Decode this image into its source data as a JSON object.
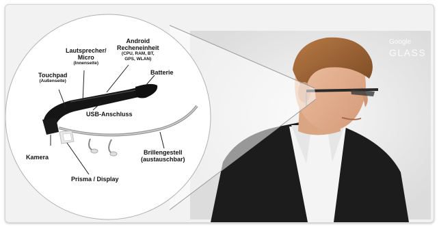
{
  "labels": {
    "android": {
      "title": "Android",
      "title2": "Recheneinheit",
      "detail": "(CPU, RAM, BT,",
      "detail2": "GPS, WLAN)"
    },
    "speaker": {
      "title": "Lautsprecher/",
      "title2": "Micro",
      "detail": "(Innenseite)"
    },
    "touchpad": {
      "title": "Touchpad",
      "detail": "(Außenseite)"
    },
    "battery": "Batterie",
    "usb": "USB-Anschluss",
    "camera": "Kamera",
    "prism": "Prisma / Display",
    "frame": {
      "title": "Brillengestell",
      "title2": "(austauschbar)"
    }
  },
  "logo": {
    "line1": "Google",
    "line2": "GLASS"
  },
  "colors": {
    "device_black": "#151515",
    "frame_silver": "#9a9a9a",
    "leader_line": "#222222",
    "jacket": "#1f1f1f"
  }
}
